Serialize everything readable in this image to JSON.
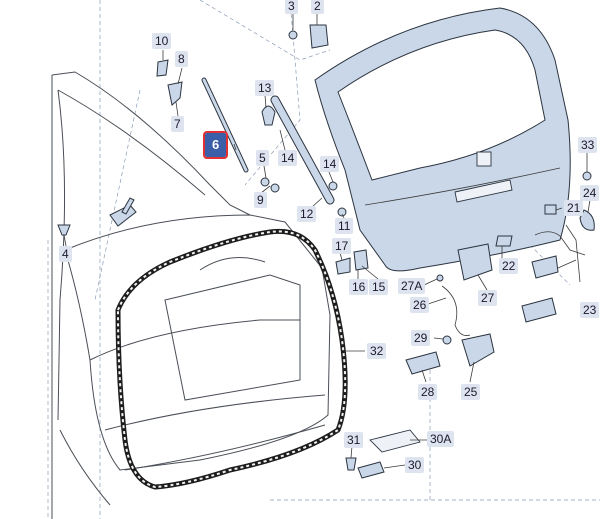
{
  "diagram": {
    "selected_label": "6",
    "labels": [
      "2",
      "3",
      "10",
      "8",
      "7",
      "13",
      "5",
      "14",
      "9",
      "4",
      "12",
      "11",
      "17",
      "16",
      "15",
      "33",
      "24",
      "21",
      "22",
      "27A",
      "26",
      "27",
      "29",
      "28",
      "25",
      "23",
      "32",
      "31",
      "30A",
      "30"
    ]
  }
}
